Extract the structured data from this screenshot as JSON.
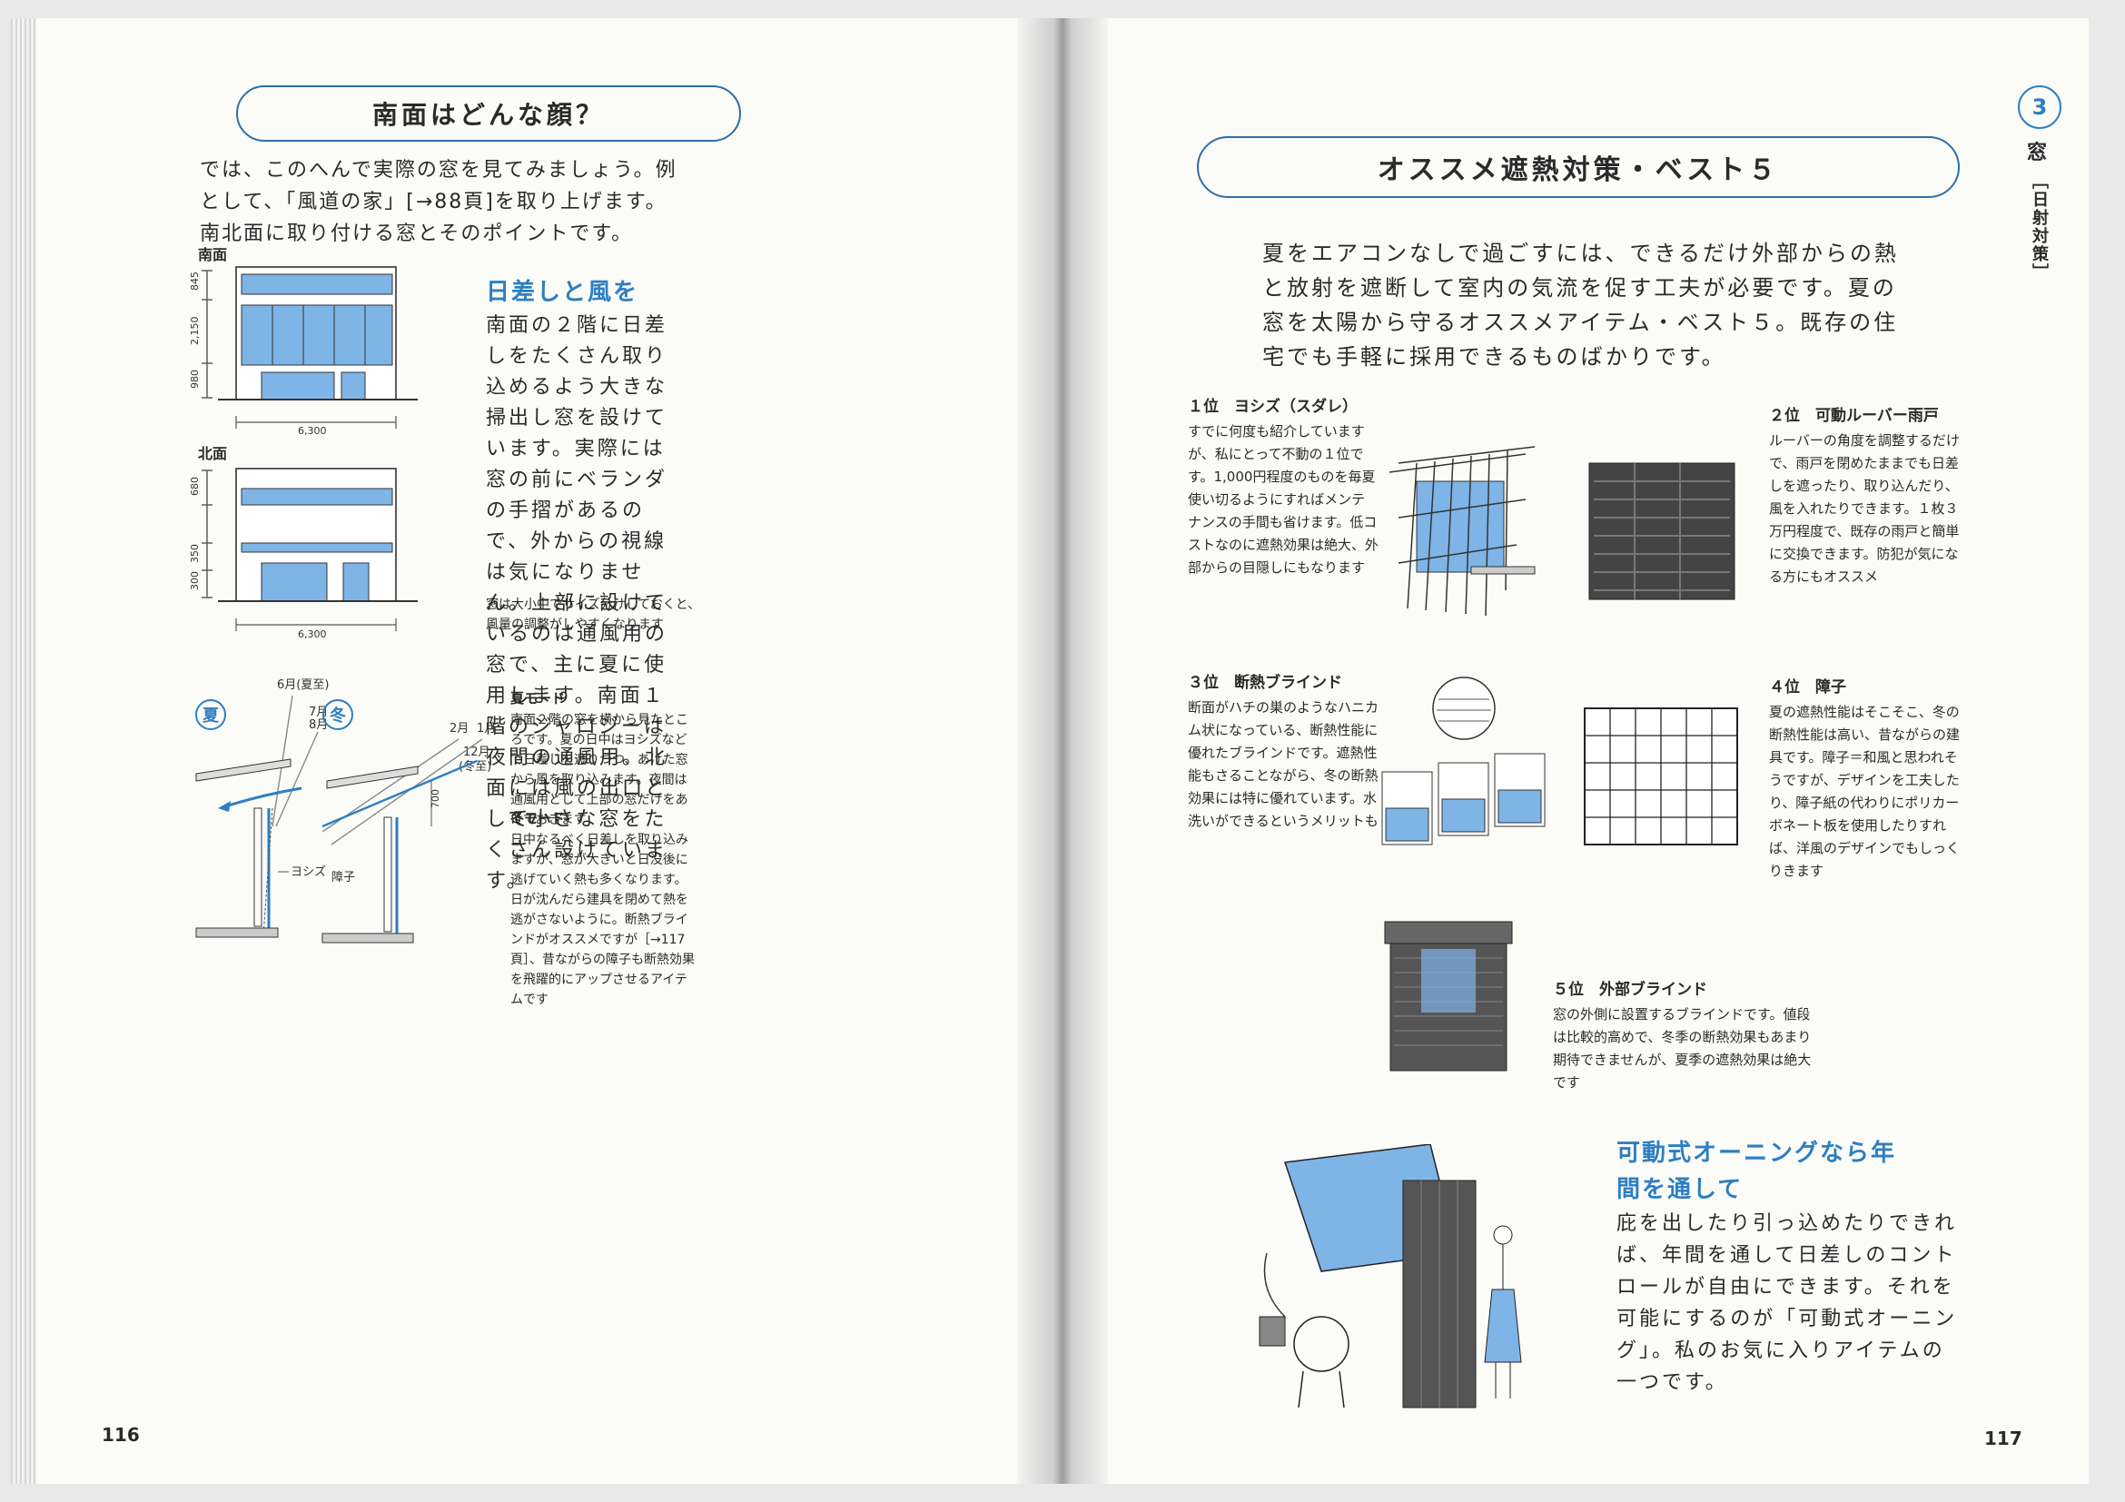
{
  "left": {
    "heading": "南面はどんな顔？",
    "intro": "では、このへんで実際の窓を見てみましょう。例として、「風道の家」[→88頁]を取り上げます。南北面に取り付ける窓とそのポイントです。",
    "south_label": "南面",
    "north_label": "北面",
    "south_dims": [
      "845",
      "2,150",
      "980"
    ],
    "north_dims": [
      "680",
      "350",
      "300"
    ],
    "width_dim": "6,300",
    "sun_heading": "日差しと風を",
    "sun_body": "南面の２階に日差しをたくさん取り込めるよう大きな掃出し窓を設けています。実際には窓の前にベランダの手摺があるので、外からの視線は気になりません。上部に設けているのは通風用の窓で、主に夏に使用します。南面１階のジャロジーは夜間の通風用。北面には風の出口として小さな窓をたくさん設けています。",
    "sun_note": "窓は大小中でサイズ分けしておくと、風量の調整がしやすくなります",
    "summer_badge": "夏",
    "winter_badge": "冬",
    "summer_months": [
      "6月(夏至)",
      "7月",
      "8月"
    ],
    "winter_months": [
      "2月",
      "1月",
      "12月",
      "(冬至)"
    ],
    "dim_700": "700",
    "yoshizu_label": "ヨシズ",
    "shoji_label": "障子",
    "summer_mode_title": "夏モード",
    "summer_mode_body": "南面２階の窓を横から見たところです。夏の日中はヨシズなどで日差しを遮りつつ、あけた窓から風を取り込みます。夜間は通風用として上部の窓だけをあけておきます",
    "winter_mode_title": "冬モード",
    "winter_mode_body": "日中なるべく日差しを取り込みますが、窓が大きいと日没後に逃げていく熱も多くなります。日が沈んだら建具を閉めて熱を逃がさないように。断熱ブラインドがオススメですが［→117頁］、昔ながらの障子も断熱効果を飛躍的にアップさせるアイテムです",
    "page_number": "116"
  },
  "right": {
    "heading": "オススメ遮熱対策・ベスト５",
    "chapter_number": "3",
    "chapter_title": "窓",
    "chapter_sub": "［日射対策］",
    "intro": "夏をエアコンなしで過ごすには、できるだけ外部からの熱と放射を遮断して室内の気流を促す工夫が必要です。夏の窓を太陽から守るオススメアイテム・ベスト５。既存の住宅でも手軽に採用できるものばかりです。",
    "items": [
      {
        "rank": "１位　ヨシズ（スダレ）",
        "text": "すでに何度も紹介していますが、私にとって不動の１位です。1,000円程度のものを毎夏使い切るようにすればメンテナンスの手間も省けます。低コストなのに遮熱効果は絶大、外部からの目隠しにもなります"
      },
      {
        "rank": "２位　可動ルーバー雨戸",
        "text": "ルーバーの角度を調整するだけで、雨戸を閉めたままでも日差しを遮ったり、取り込んだり、風を入れたりできます。１枚３万円程度で、既存の雨戸と簡単に交換できます。防犯が気になる方にもオススメ"
      },
      {
        "rank": "３位　断熱ブラインド",
        "text": "断面がハチの巣のようなハニカム状になっている、断熱性能に優れたブラインドです。遮熱性能もさることながら、冬の断熱効果には特に優れています。水洗いができるというメリットも"
      },
      {
        "rank": "４位　障子",
        "text": "夏の遮熱性能はそこそこ、冬の断熱性能は高い、昔ながらの建具です。障子＝和風と思われそうですが、デザインを工夫したり、障子紙の代わりにポリカーボネート板を使用したりすれば、洋風のデザインでもしっくりきます"
      },
      {
        "rank": "５位　外部ブラインド",
        "text": "窓の外側に設置するブラインドです。値段は比較的高めで、冬季の断熱効果もあまり期待できませんが、夏季の遮熱効果は絶大です"
      }
    ],
    "awning_heading": "可動式オーニングなら年間を通して",
    "awning_body": "庇を出したり引っ込めたりできれば、年間を通して日差しのコントロールが自由にできます。それを可能にするのが「可動式オーニング」。私のお気に入りアイテムの一つです。",
    "page_number": "117"
  },
  "colors": {
    "accent": "#2d7fc1",
    "window_fill": "#7fb4e6",
    "frame": "#2d6fa6"
  }
}
